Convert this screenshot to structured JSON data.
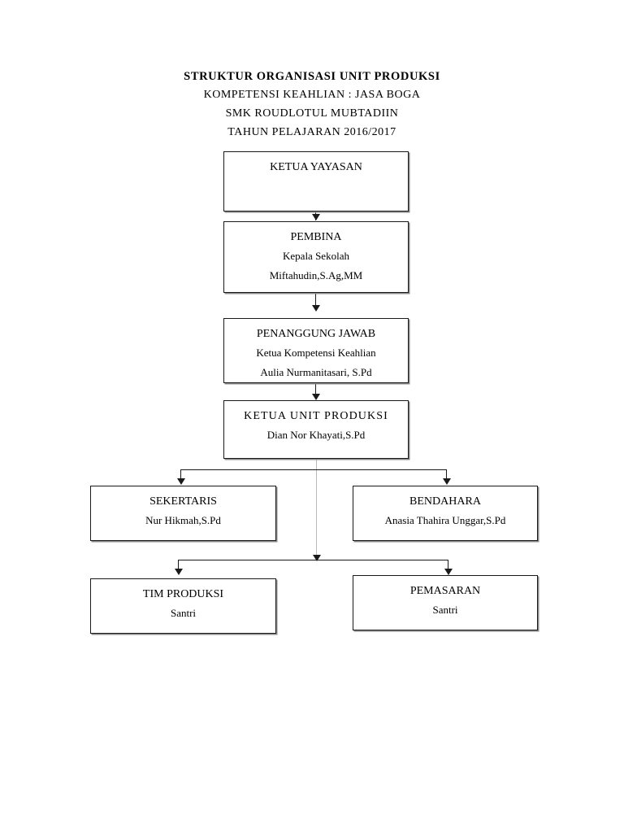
{
  "document": {
    "heading": {
      "title": "STRUKTUR ORGANISASI UNIT PRODUKSI",
      "line2": "KOMPETENSI KEAHLIAN : JASA BOGA",
      "line3": "SMK ROUDLOTUL MUBTADIIN",
      "line4": "TAHUN PELAJARAN 2016/2017"
    }
  },
  "chart": {
    "type": "org-chart",
    "nodes": [
      {
        "id": "ketua-yayasan",
        "title": "KETUA YAYASAN",
        "sub1": "",
        "sub2": "",
        "level": 1
      },
      {
        "id": "pembina",
        "title": "PEMBINA",
        "sub1": "Kepala Sekolah",
        "sub2": "Miftahudin,S.Ag,MM",
        "level": 2
      },
      {
        "id": "penanggung-jawab",
        "title": "PENANGGUNG JAWAB",
        "sub1": "Ketua Kompetensi Keahlian",
        "sub2": "Aulia Nurmanitasari, S.Pd",
        "level": 3
      },
      {
        "id": "ketua-unit-produksi",
        "title": "KETUA  UNIT  PRODUKSI",
        "sub1": "Dian Nor Khayati,S.Pd",
        "sub2": "",
        "level": 4
      },
      {
        "id": "sekertaris",
        "title": "SEKERTARIS",
        "sub1": "Nur Hikmah,S.Pd",
        "sub2": "",
        "level": 5
      },
      {
        "id": "bendahara",
        "title": "BENDAHARA",
        "sub1": "Anasia Thahira Unggar,S.Pd",
        "sub2": "",
        "level": 5
      },
      {
        "id": "tim-produksi",
        "title": "TIM PRODUKSI",
        "sub1": "Santri",
        "sub2": "",
        "level": 6
      },
      {
        "id": "pemasaran",
        "title": "PEMASARAN",
        "sub1": "Santri",
        "sub2": "",
        "level": 6
      }
    ],
    "edges": [
      {
        "from": "ketua-yayasan",
        "to": "pembina"
      },
      {
        "from": "pembina",
        "to": "penanggung-jawab"
      },
      {
        "from": "penanggung-jawab",
        "to": "ketua-unit-produksi"
      },
      {
        "from": "ketua-unit-produksi",
        "to": "sekertaris"
      },
      {
        "from": "ketua-unit-produksi",
        "to": "bendahara"
      },
      {
        "from": "ketua-unit-produksi",
        "to": "tim-produksi"
      },
      {
        "from": "ketua-unit-produksi",
        "to": "pemasaran"
      }
    ],
    "colors": {
      "box_border": "#1a1a1a",
      "box_fill": "#ffffff",
      "connector": "#1a1a1a",
      "connector_faint": "#b9b9b9",
      "text": "#000000"
    }
  }
}
